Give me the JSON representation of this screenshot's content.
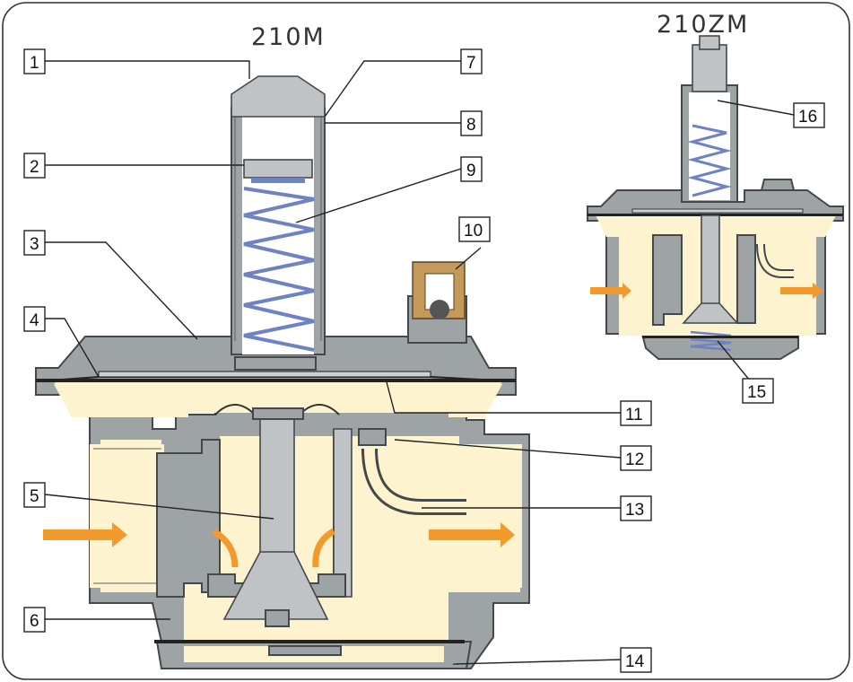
{
  "titles": {
    "main": "210M",
    "secondary": "210ZM"
  },
  "callouts": [
    {
      "label": "1"
    },
    {
      "label": "2"
    },
    {
      "label": "3"
    },
    {
      "label": "4"
    },
    {
      "label": "5"
    },
    {
      "label": "6"
    },
    {
      "label": "7"
    },
    {
      "label": "8"
    },
    {
      "label": "9"
    },
    {
      "label": "10"
    },
    {
      "label": "11"
    },
    {
      "label": "12"
    },
    {
      "label": "13"
    },
    {
      "label": "14"
    },
    {
      "label": "15"
    },
    {
      "label": "16"
    }
  ],
  "colors": {
    "frame": "#333333",
    "body": "#9ea3a6",
    "gas": "#fdf4cf",
    "spring": "#6f82c4",
    "flow_arrow": "#f39a2c",
    "vent_body": "#c49a5a"
  }
}
